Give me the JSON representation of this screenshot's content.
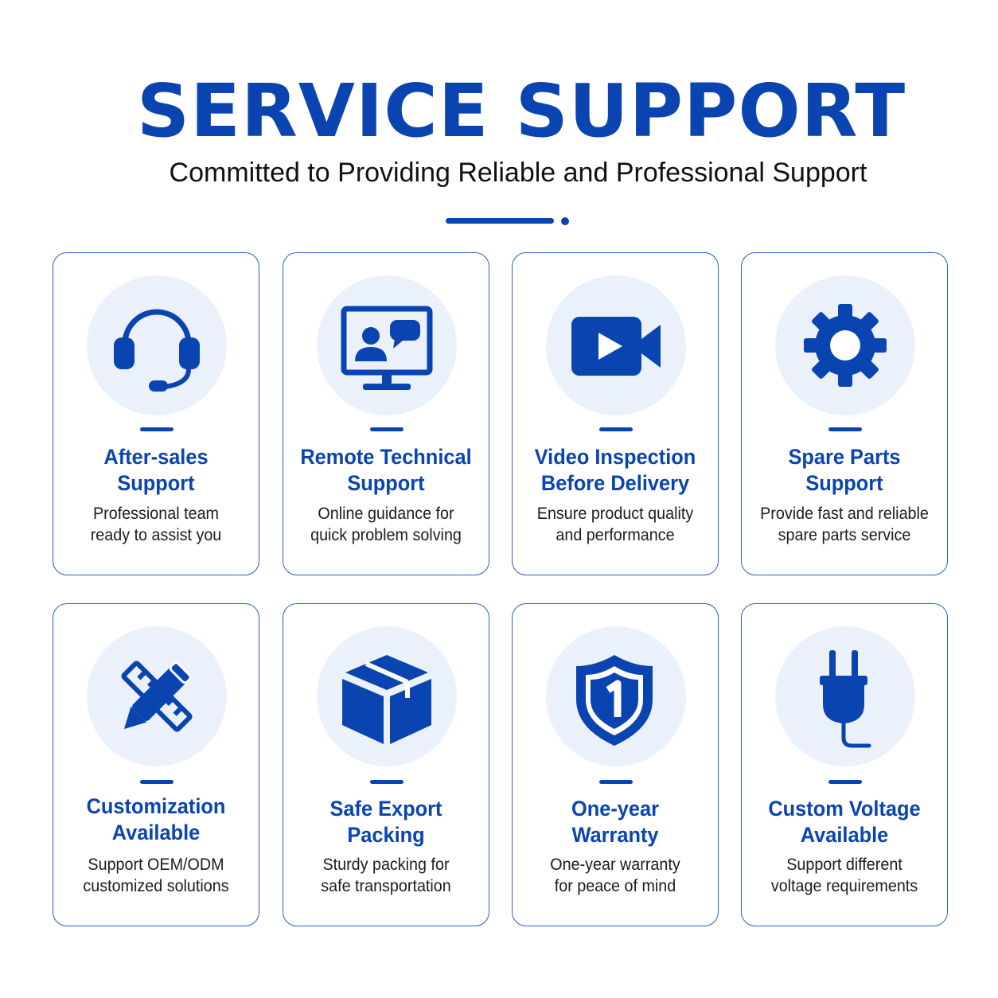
{
  "header": {
    "title": "SERVICE SUPPORT",
    "subtitle": "Committed to Providing Reliable and Professional Support"
  },
  "colors": {
    "accent": "#0a44b0",
    "icon_bg": "#ebf1fb",
    "border": "#2c5fc7"
  },
  "cards": [
    {
      "icon": "headset-icon",
      "title": [
        "After-sales",
        "Support"
      ],
      "desc": [
        "Professional team",
        "ready to assist you"
      ]
    },
    {
      "icon": "monitor-chat-icon",
      "title": [
        "Remote Technical",
        "Support"
      ],
      "desc": [
        "Online guidance for",
        "quick problem solving"
      ]
    },
    {
      "icon": "video-camera-icon",
      "title": [
        "Video Inspection",
        "Before Delivery"
      ],
      "desc": [
        "Ensure product quality",
        "and performance"
      ]
    },
    {
      "icon": "gear-icon",
      "title": [
        "Spare Parts",
        "Support"
      ],
      "desc": [
        "Provide fast and reliable",
        "spare parts service"
      ]
    },
    {
      "icon": "pencil-ruler-icon",
      "title": [
        "Customization",
        "Available"
      ],
      "desc": [
        "Support OEM/ODM",
        "customized solutions"
      ]
    },
    {
      "icon": "box-icon",
      "title": [
        "Safe Export",
        "Packing"
      ],
      "desc": [
        "Sturdy packing for",
        "safe transportation"
      ]
    },
    {
      "icon": "shield-one-icon",
      "title": [
        "One-year",
        "Warranty"
      ],
      "desc": [
        "One-year warranty",
        "for peace of mind"
      ]
    },
    {
      "icon": "power-plug-icon",
      "title": [
        "Custom Voltage",
        "Available"
      ],
      "desc": [
        "Support different",
        "voltage requirements"
      ]
    }
  ]
}
